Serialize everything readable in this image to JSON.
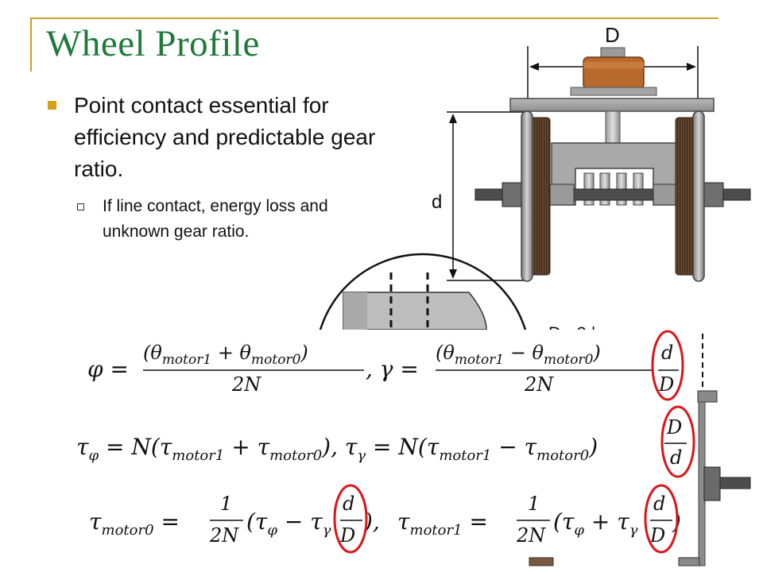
{
  "slide": {
    "title": "Wheel Profile",
    "bullet_main": "Point contact essential for efficiency and predictable gear ratio.",
    "bullet_sub": "If line contact, energy loss and unknown gear ratio."
  },
  "figure": {
    "label_D": "D",
    "label_d": "d",
    "partial_label": "D - 2 |"
  },
  "equations": {
    "eq1_phi": "φ = (θmotor1 + θmotor0) / 2N",
    "eq1_gamma": "γ = (θmotor1 − θmotor0) / 2N · d/D",
    "eq2_tau_phi": "τφ = N(τmotor1 + τmotor0)",
    "eq2_tau_gamma": "τγ = N(τmotor1 − τmotor0) · D/d",
    "eq3_motor0": "τmotor0 = 1/2N (τφ − τγ · d/D)",
    "eq3_motor1": "τmotor1 = 1/2N (τφ + τγ · d/D)"
  },
  "colors": {
    "title": "#1f7a3a",
    "accent": "#c9a227",
    "highlight_circle": "#d9161b",
    "wheel_tread": "#5a3d2b",
    "motor_brown": "#b8692e"
  }
}
